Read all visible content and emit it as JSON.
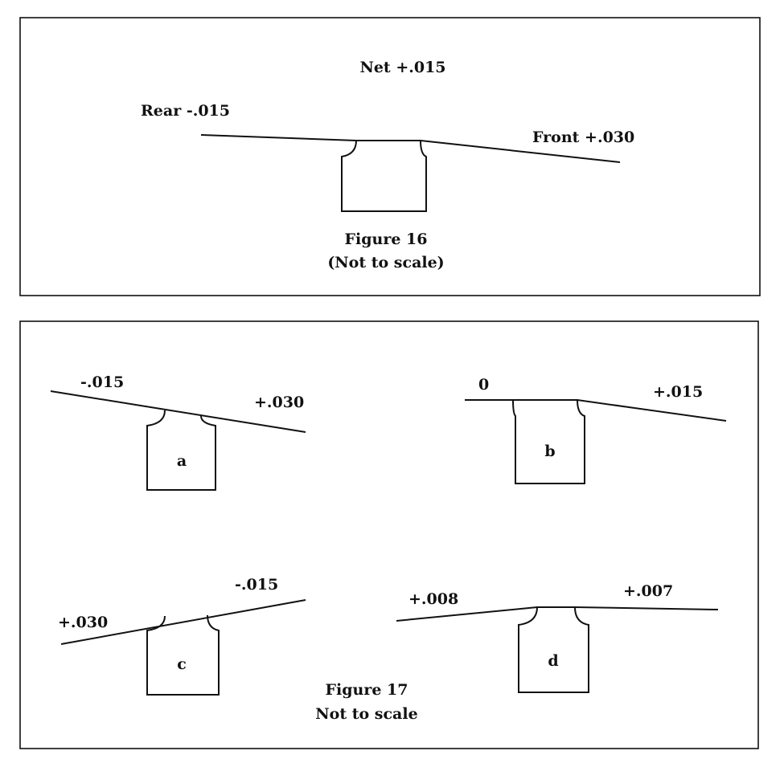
{
  "figure16": {
    "net_label": "Net +.015",
    "rear_label": "Rear -.015",
    "front_label": "Front +.030",
    "caption": "Figure 16",
    "subcaption": "(Not to scale)"
  },
  "figure17": {
    "caption": "Figure 17",
    "subcaption": "Not to scale",
    "panels": [
      {
        "id": "a",
        "left_label": "-.015",
        "right_label": "+.030"
      },
      {
        "id": "b",
        "left_label": "0",
        "right_label": "+.015"
      },
      {
        "id": "c",
        "left_label": "+.030",
        "right_label": "-.015"
      },
      {
        "id": "d",
        "left_label": "+.008",
        "right_label": "+.007"
      }
    ]
  }
}
